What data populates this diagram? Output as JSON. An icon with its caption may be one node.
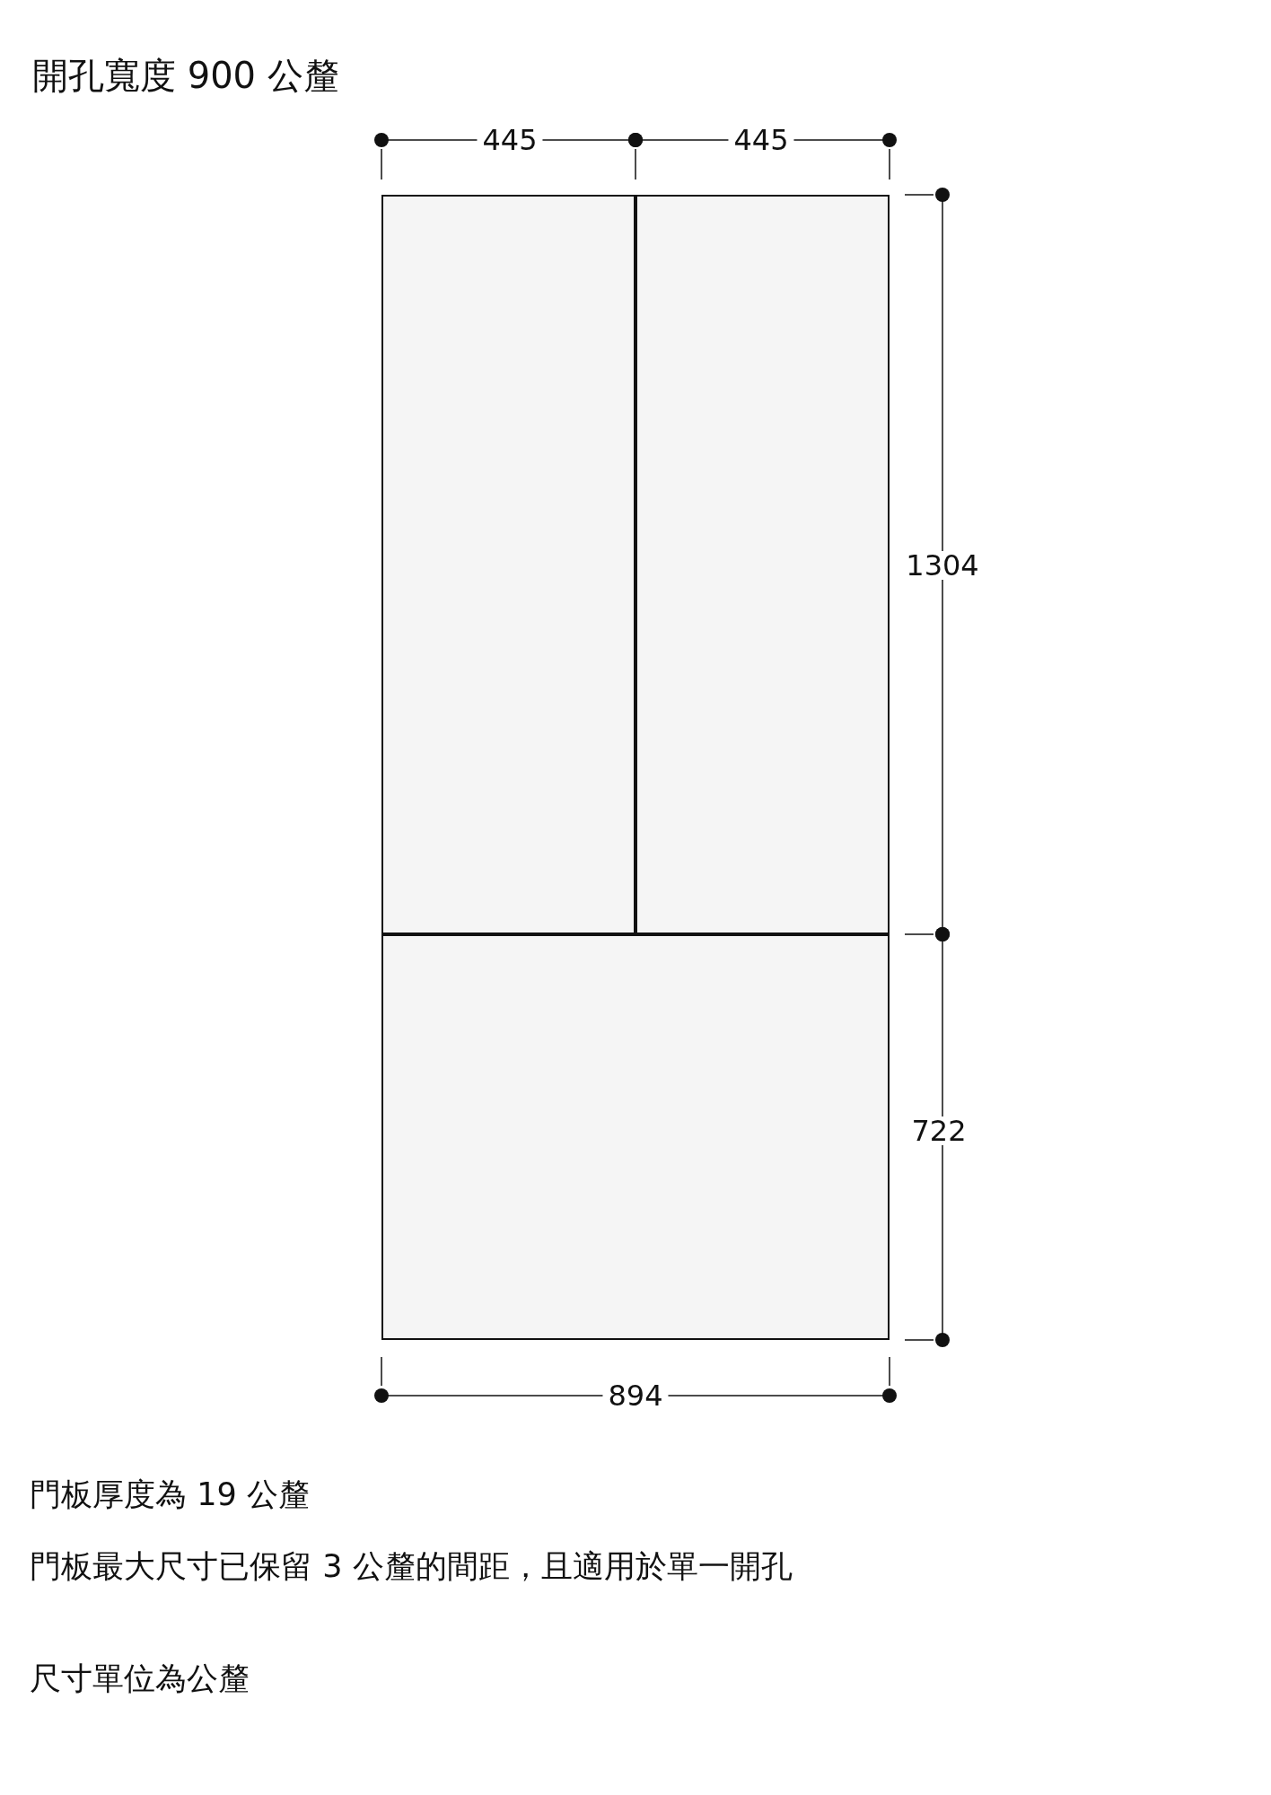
{
  "diagram": {
    "title": "開孔寬度 900 公釐",
    "nodes": [
      {
        "text": [],
        "shape": "box"
      },
      {
        "text": [],
        "shape": "box"
      },
      {
        "text": [],
        "shape": "box"
      }
    ],
    "labels": [
      "445",
      "445",
      "1304",
      "722",
      "894",
      "門板厚度為 19 公釐",
      "門板最大尺寸已保留 3 公釐的間距，且適用於單一開孔",
      "尺寸單位為公釐"
    ]
  }
}
